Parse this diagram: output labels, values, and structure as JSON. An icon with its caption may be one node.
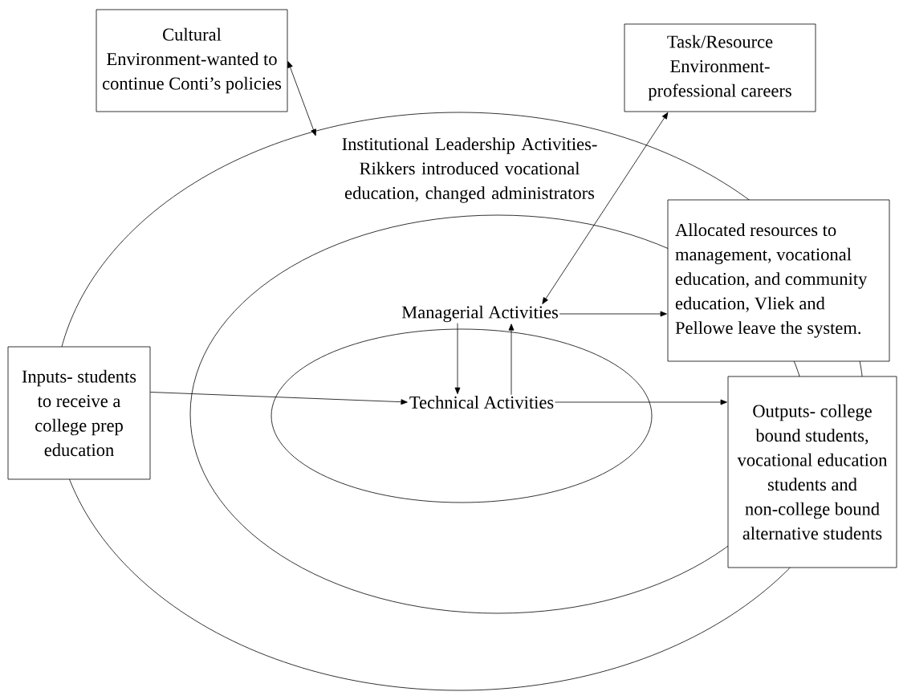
{
  "diagram": {
    "nodes": [
      {
        "text": [
          "Cultural Environment-wanted to continue Conti’s policies"
        ]
      },
      {
        "text": [
          "Task/Resource Environment- professional careers"
        ]
      },
      {
        "text": [
          "Institutional Leadership Activities- Rikkers introduced vocational education, changed administrators"
        ]
      },
      {
        "text": [
          "Allocated resources to management, vocational education, and community education, Vliek and Pellowe leave the system."
        ]
      },
      {
        "text": [
          "Managerial Activities"
        ]
      },
      {
        "text": [
          "Inputs- students to receive a college prep education"
        ]
      },
      {
        "text": [
          "Technical Activities"
        ]
      },
      {
        "text": [
          "Outputs- college bound students, vocational education students and non-college bound alternative students"
        ]
      }
    ],
    "edges": [
      {
        "from": 0,
        "to": 2,
        "arrow": "both"
      },
      {
        "from": 1,
        "to": 4,
        "arrow": "both"
      },
      {
        "from": 4,
        "to": 3,
        "arrow": "to"
      },
      {
        "from": 4,
        "to": 6,
        "arrow": "to"
      },
      {
        "from": 6,
        "to": 4,
        "arrow": "to"
      },
      {
        "from": 5,
        "to": 6,
        "arrow": "to"
      },
      {
        "from": 6,
        "to": 7,
        "arrow": "to"
      }
    ]
  }
}
